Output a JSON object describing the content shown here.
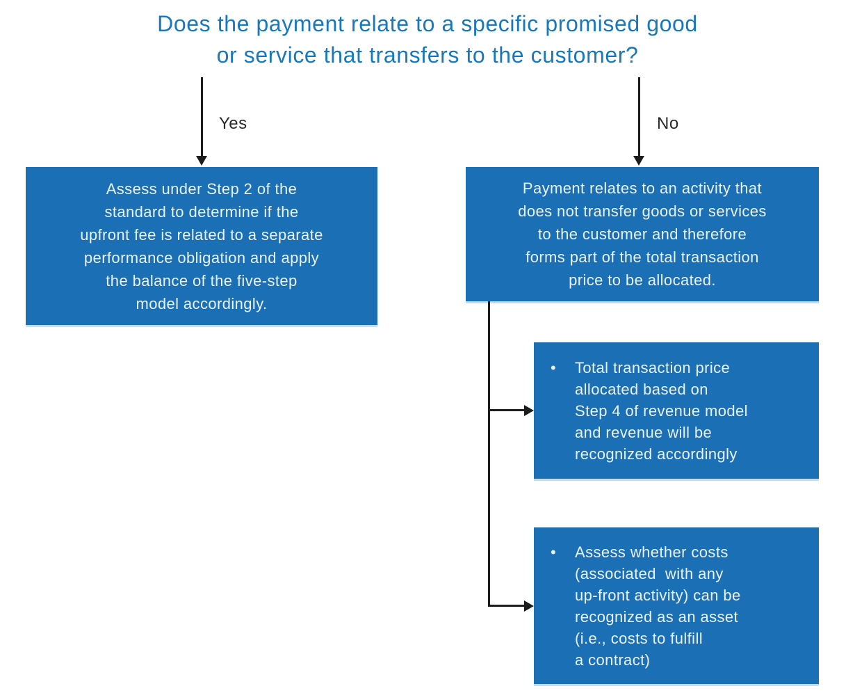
{
  "title": "Does the payment relate to a specific promised good\nor service that transfers to the customer?",
  "yes_branch": {
    "label": "Yes",
    "box": "Assess under Step 2 of the\nstandard to determine if the\nupfront fee is related to a separate\nperformance obligation and apply\nthe balance of the five-step\nmodel accordingly."
  },
  "no_branch": {
    "label": "No",
    "box": "Payment relates to an activity that\ndoes not transfer goods or services\nto the customer and therefore\nforms part of the total transaction\nprice to be allocated.",
    "outcomes": [
      {
        "bullet": "•",
        "text": "Total transaction price\nallocated based on\nStep 4 of revenue model\nand revenue will be\nrecognized accordingly"
      },
      {
        "bullet": "•",
        "text": "Assess whether costs\n(associated  with any\nup-front activity) can be\nrecognized as an asset\n(i.e., costs to fulfill\na contract)"
      }
    ]
  },
  "colors": {
    "box_fill": "#1A6FB5",
    "title_text": "#1878BE",
    "box_text": "#EAF2F9",
    "connector": "#1C1C1C"
  }
}
